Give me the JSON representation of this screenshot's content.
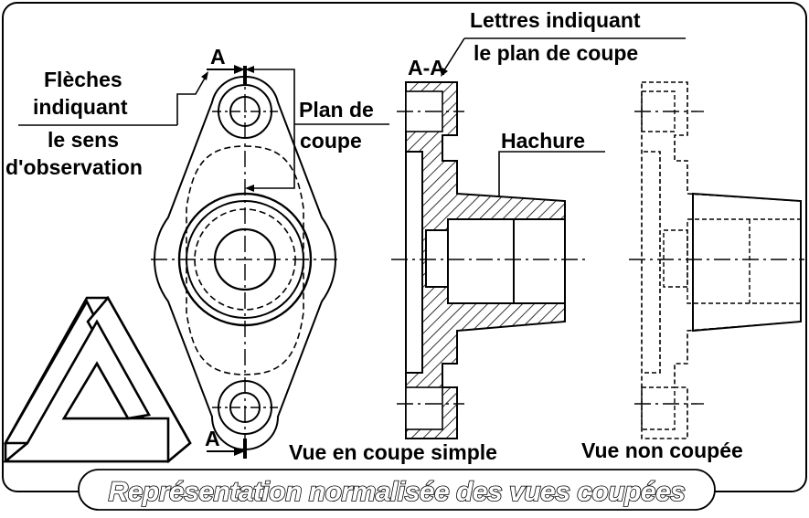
{
  "labels": {
    "arrows_line1": "Flèches",
    "arrows_line2": "indiquant",
    "arrows_line3": "le sens",
    "arrows_line4": "d'observation",
    "letters_line1": "Lettres indiquant",
    "letters_line2": "le plan de coupe",
    "plane_line1": "Plan de",
    "plane_line2": "coupe",
    "hatch": "Hachure",
    "section_marker_top": "A",
    "section_marker_bottom": "A",
    "section_title": "A-A",
    "view_section": "Vue en coupe simple",
    "view_uncut": "Vue non coupée"
  },
  "banner": {
    "title": "Représentation normalisée des vues coupées"
  },
  "icons": {
    "logo": "penrose-triangle-icon"
  }
}
